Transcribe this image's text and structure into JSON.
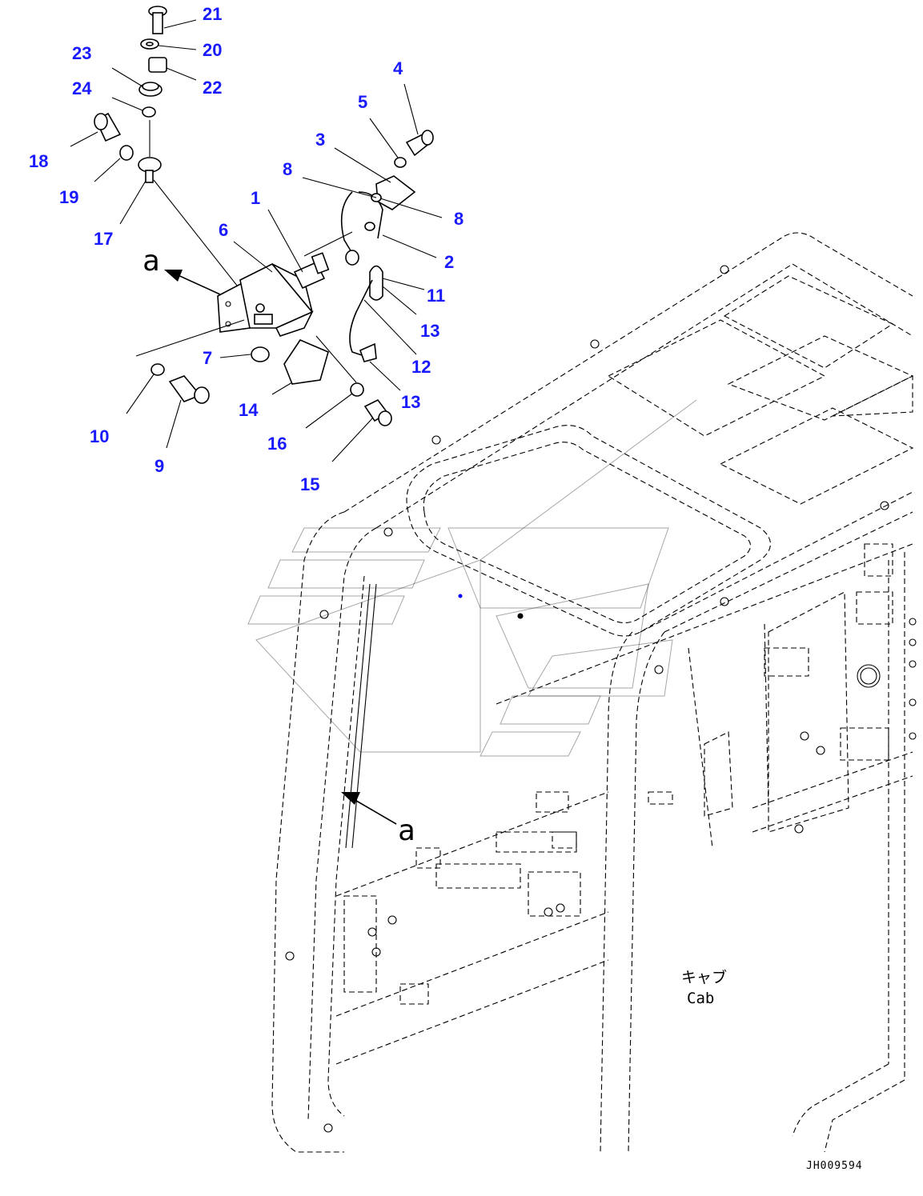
{
  "callouts": [
    {
      "id": "21",
      "text": "21"
    },
    {
      "id": "20",
      "text": "20"
    },
    {
      "id": "22",
      "text": "22"
    },
    {
      "id": "23",
      "text": "23"
    },
    {
      "id": "24",
      "text": "24"
    },
    {
      "id": "18",
      "text": "18"
    },
    {
      "id": "19",
      "text": "19"
    },
    {
      "id": "17",
      "text": "17"
    },
    {
      "id": "4",
      "text": "4"
    },
    {
      "id": "5",
      "text": "5"
    },
    {
      "id": "3",
      "text": "3"
    },
    {
      "id": "8a",
      "text": "8"
    },
    {
      "id": "8b",
      "text": "8"
    },
    {
      "id": "1",
      "text": "1"
    },
    {
      "id": "2",
      "text": "2"
    },
    {
      "id": "6",
      "text": "6"
    },
    {
      "id": "11",
      "text": "11"
    },
    {
      "id": "13a",
      "text": "13"
    },
    {
      "id": "12",
      "text": "12"
    },
    {
      "id": "13b",
      "text": "13"
    },
    {
      "id": "7",
      "text": "7"
    },
    {
      "id": "14",
      "text": "14"
    },
    {
      "id": "16",
      "text": "16"
    },
    {
      "id": "10",
      "text": "10"
    },
    {
      "id": "9",
      "text": "9"
    },
    {
      "id": "15",
      "text": "15"
    }
  ],
  "view_labels": {
    "top": "a",
    "bottom": "a"
  },
  "cab_label": {
    "jp": "キャブ",
    "en": "Cab"
  },
  "drawing_code": "JH009594",
  "colors": {
    "callout": "#1a1aff",
    "line": "#000000",
    "background": "#ffffff"
  }
}
